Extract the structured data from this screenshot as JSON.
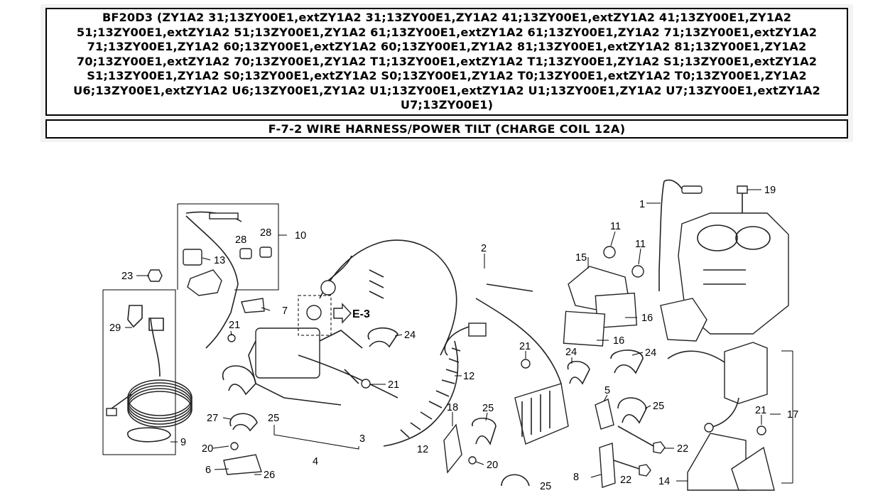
{
  "header": {
    "model_title": "BF20D3 (ZY1A2 31;13ZY00E1,extZY1A2 31;13ZY00E1,ZY1A2 41;13ZY00E1,extZY1A2 41;13ZY00E1,ZY1A2 51;13ZY00E1,extZY1A2 51;13ZY00E1,ZY1A2 61;13ZY00E1,extZY1A2 61;13ZY00E1,ZY1A2 71;13ZY00E1,extZY1A2 71;13ZY00E1,ZY1A2 60;13ZY00E1,extZY1A2 60;13ZY00E1,ZY1A2 81;13ZY00E1,extZY1A2 81;13ZY00E1,ZY1A2 70;13ZY00E1,extZY1A2 70;13ZY00E1,ZY1A2 T1;13ZY00E1,extZY1A2 T1;13ZY00E1,ZY1A2 S1;13ZY00E1,extZY1A2 S1;13ZY00E1,ZY1A2 S0;13ZY00E1,extZY1A2 S0;13ZY00E1,ZY1A2 T0;13ZY00E1,extZY1A2 T0;13ZY00E1,ZY1A2 U6;13ZY00E1,extZY1A2 U6;13ZY00E1,ZY1A2 U1;13ZY00E1,extZY1A2 U1;13ZY00E1,ZY1A2 U7;13ZY00E1,extZY1A2 U7;13ZY00E1)",
    "section_title": "F-7-2 WIRE HARNESS/POWER TILT (CHARGE COIL 12A)"
  },
  "diagram": {
    "reference_label": "E-3",
    "callouts": [
      "1",
      "2",
      "3",
      "4",
      "5",
      "6",
      "7",
      "8",
      "9",
      "10",
      "11",
      "11",
      "12",
      "12",
      "13",
      "14",
      "15",
      "16",
      "16",
      "17",
      "18",
      "19",
      "20",
      "20",
      "21",
      "21",
      "21",
      "21",
      "22",
      "22",
      "23",
      "24",
      "24",
      "24",
      "25",
      "25",
      "25",
      "25",
      "26",
      "27",
      "28",
      "28",
      "29"
    ]
  }
}
